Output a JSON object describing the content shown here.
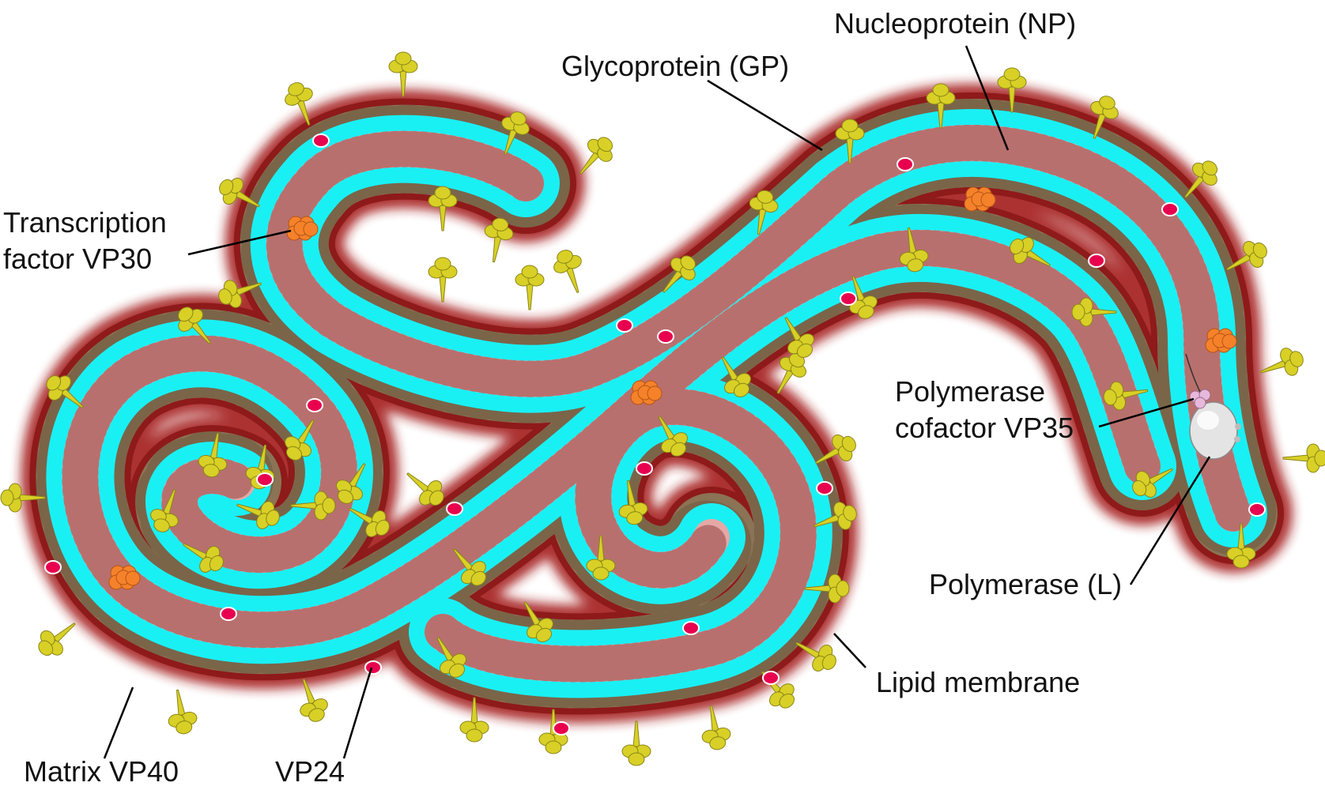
{
  "labels": {
    "nucleoprotein": "Nucleoprotein (NP)",
    "glycoprotein": "Glycoprotein (GP)",
    "transcription_line1": "Transcription",
    "transcription_line2": "factor VP30",
    "vp35_line1": "Polymerase",
    "vp35_line2": "cofactor VP35",
    "polymerase_l": "Polymerase (L)",
    "lipid_membrane": "Lipid membrane",
    "matrix_vp40": "Matrix VP40",
    "vp24": "VP24"
  },
  "colors": {
    "lipid_glow": "#8b1a1a",
    "matrix_vp40": "#8b7355",
    "interior": "#00ffff",
    "nucleoprotein": "#e8a5a0",
    "glycoprotein": "#d8d026",
    "vp30": "#f5822a",
    "vp24": "#e8004f",
    "polymerase_l": "#e6e6e6",
    "vp35": "#e8b8d8",
    "leader_line": "#000000"
  }
}
